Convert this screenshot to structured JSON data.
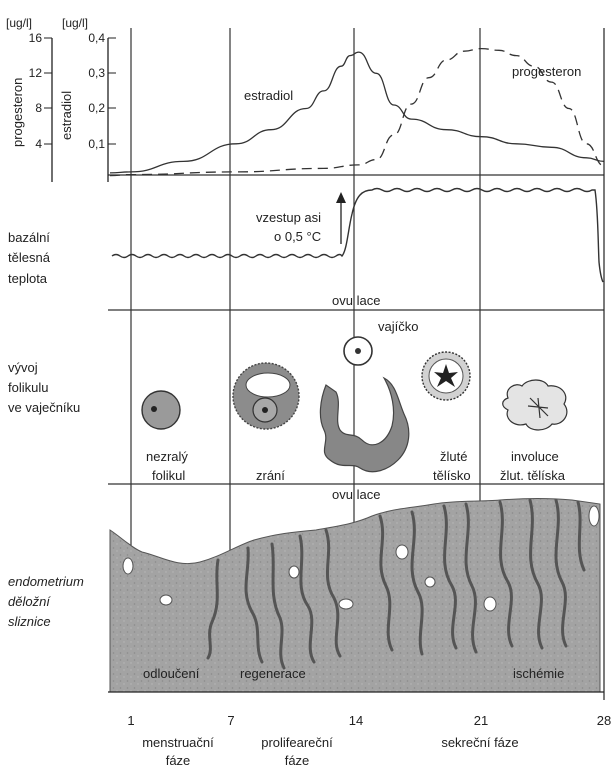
{
  "axes": {
    "progesterone": {
      "unit": "[ug/l]",
      "label": "progesteron",
      "ticks": [
        "16",
        "12",
        "8",
        "4"
      ]
    },
    "estradiol": {
      "unit": "[ug/l]",
      "label": "estradiol",
      "ticks": [
        "0,4",
        "0,3",
        "0,2",
        "0,1"
      ]
    }
  },
  "curves": {
    "estradiol": "estradiol",
    "progesterone": "progesteron"
  },
  "temperature": {
    "row_label": [
      "bazální",
      "tělesná",
      "teplota"
    ],
    "rise_note": [
      "vzestup asi",
      "o 0,5 °C"
    ]
  },
  "ovulation_label": "ovu lace",
  "follicle": {
    "row_label": [
      "vývoj",
      "folikulu",
      "ve vaječníku"
    ],
    "egg": "vajíčko",
    "immature": [
      "nezralý",
      "folikul"
    ],
    "maturing": "zrání",
    "corpus_luteum": [
      "žluté",
      "tělísko"
    ],
    "involution": [
      "involuce",
      "žlut. tělíska"
    ]
  },
  "endometrium": {
    "row_label": [
      "endometrium",
      "děložní",
      "sliznice"
    ],
    "phases": [
      "odloučení",
      "regenerace",
      "ischémie"
    ]
  },
  "x_axis": {
    "ticks": [
      "1",
      "7",
      "14",
      "21",
      "28"
    ]
  },
  "cycle_phases": [
    [
      "menstruační",
      "fáze"
    ],
    [
      "prolifeareční",
      "fáze"
    ],
    [
      "sekreční fáze"
    ]
  ],
  "chart_data": {
    "type": "line",
    "x_unit": "day of cycle",
    "xlim": [
      1,
      28
    ],
    "series": [
      {
        "name": "estradiol",
        "axis": "estradiol [ug/l]",
        "ylim": [
          0,
          0.4
        ],
        "x": [
          1,
          4,
          7,
          9,
          11,
          12,
          13,
          13.5,
          14,
          15,
          16,
          17,
          19,
          21,
          23,
          25,
          27,
          28
        ],
        "y": [
          0.02,
          0.05,
          0.1,
          0.14,
          0.2,
          0.25,
          0.32,
          0.35,
          0.36,
          0.3,
          0.21,
          0.17,
          0.14,
          0.12,
          0.1,
          0.09,
          0.06,
          0.05
        ]
      },
      {
        "name": "progesteron",
        "axis": "progesteron [ug/l]",
        "ylim": [
          0,
          16
        ],
        "style": "dashed",
        "x": [
          1,
          7,
          12,
          14,
          15,
          16,
          17,
          18,
          19,
          20,
          21,
          22,
          23,
          24,
          25,
          26,
          27,
          28
        ],
        "y": [
          0.5,
          0.8,
          1.2,
          1.6,
          2.2,
          5,
          8.5,
          11.5,
          13.5,
          14.5,
          14.8,
          14.6,
          14,
          12.8,
          11,
          8,
          4,
          1.5
        ]
      }
    ]
  }
}
